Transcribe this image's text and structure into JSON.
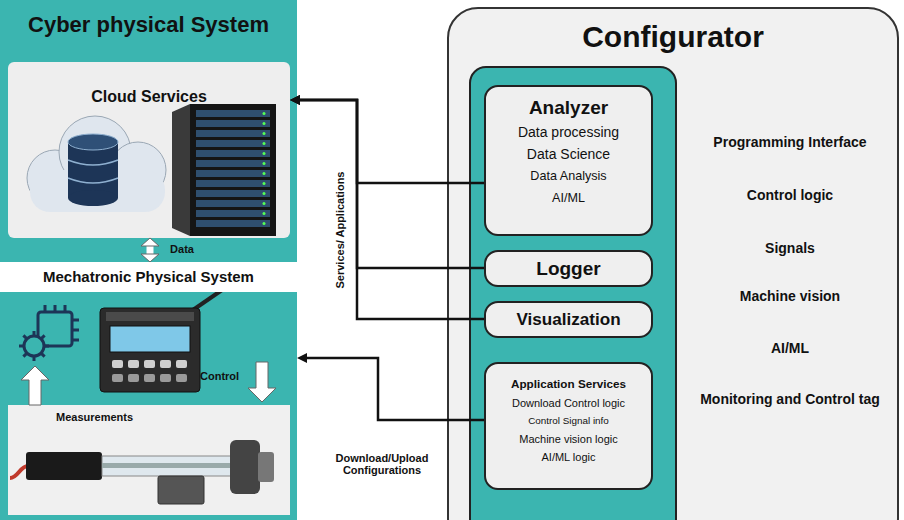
{
  "diagram": {
    "nodes": [
      {
        "text": [
          "Cyber physical System"
        ]
      },
      {
        "text": [
          "Cloud Services"
        ],
        "in": 0
      },
      {
        "text": [
          "Mechatronic  Physical System"
        ],
        "in": 0
      },
      {
        "text": [
          "Configurator"
        ]
      },
      {
        "text": [
          "Analyzer",
          "Data processing",
          "Data Science",
          "Data Analysis",
          "AI/ML"
        ],
        "in": 3
      },
      {
        "text": [
          "Logger"
        ],
        "in": 3
      },
      {
        "text": [
          "Visualization"
        ],
        "in": 3
      },
      {
        "text": [
          "Application Services",
          "Download Control logic",
          "Control Signal info",
          "Machine vision logic",
          "AI/ML logic"
        ],
        "in": 3
      }
    ],
    "edges": [
      {
        "from": 4,
        "to": 1,
        "arrow": "to",
        "label": "Services/ Applications"
      },
      {
        "from": 5,
        "to": 1,
        "arrow": "to"
      },
      {
        "from": 6,
        "to": 1,
        "arrow": "to"
      },
      {
        "from": 7,
        "to": 2,
        "arrow": "to",
        "label": "Download/Upload Configurations"
      },
      {
        "from": 1,
        "to": 2,
        "arrow": "both",
        "label": "Data"
      }
    ],
    "labels": [
      "Programming Interface",
      "Control logic",
      "Signals",
      "Machine vision",
      "AI/ML",
      "Monitoring and Control tag",
      "Control",
      "Measurements"
    ]
  }
}
